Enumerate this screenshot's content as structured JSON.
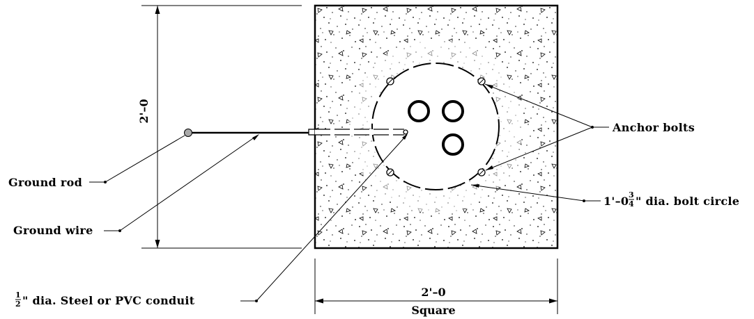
{
  "labels": {
    "ground_rod": "Ground rod",
    "ground_wire": "Ground wire",
    "conduit_num": "1",
    "conduit_den": "2",
    "conduit_text": "\" dia. Steel or PVC conduit",
    "anchor_bolts": "Anchor bolts",
    "bolt_circle_prefix": "1'–0",
    "bolt_circle_num": "3",
    "bolt_circle_den": "4",
    "bolt_circle_text": "\" dia. bolt circle"
  },
  "dimensions": {
    "height": "2'–0",
    "width": "2'–0",
    "width_note": "Square"
  },
  "colors": {
    "line": "#000000",
    "ground_rod_fill": "#a9a9a9",
    "background": "#ffffff"
  },
  "icons": {
    "ground_rod": "ground-rod-icon",
    "anchor_bolt": "anchor-bolt-icon",
    "conduit": "conduit-icon"
  }
}
